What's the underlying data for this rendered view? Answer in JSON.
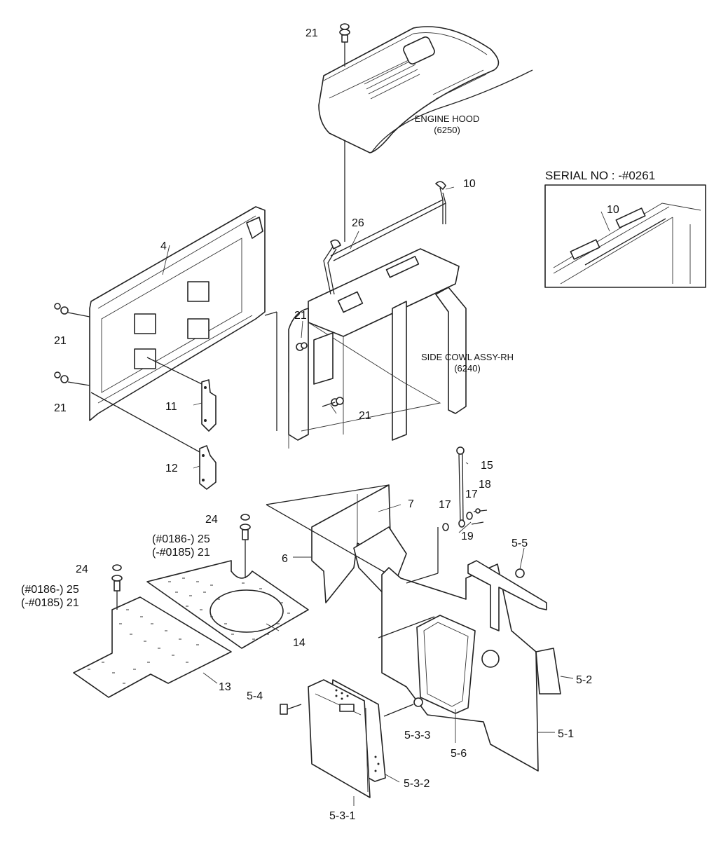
{
  "serial_box": {
    "title": "SERIAL NO : -#0261",
    "part": "10"
  },
  "assemblies": {
    "engine_hood": {
      "name": "ENGINE HOOD",
      "ref": "(6250)"
    },
    "side_cowl": {
      "name": "SIDE COWL ASSY-RH",
      "ref": "(6240)"
    }
  },
  "callouts": {
    "p21_top": "21",
    "p10": "10",
    "p26": "26",
    "p4": "4",
    "p21_left_a": "21",
    "p21_left_b": "21",
    "p21_mid": "21",
    "p21_right": "21",
    "p11": "11",
    "p12": "12",
    "p7": "7",
    "p6": "6",
    "p15": "15",
    "p17_a": "17",
    "p17_b": "17",
    "p18": "18",
    "p19": "19",
    "p24_a": "24",
    "p25_a": "(#0186-) 25",
    "p21_a": "(-#0185) 21",
    "p24_b": "24",
    "p25_b": "(#0186-) 25",
    "p21_b": "(-#0185) 21",
    "p14": "14",
    "p13": "13",
    "p5_5": "5-5",
    "p5_2": "5-2",
    "p5_1": "5-1",
    "p5_4": "5-4",
    "p5_3_3": "5-3-3",
    "p5_6": "5-6",
    "p5_3_2": "5-3-2",
    "p5_3_1": "5-3-1"
  }
}
